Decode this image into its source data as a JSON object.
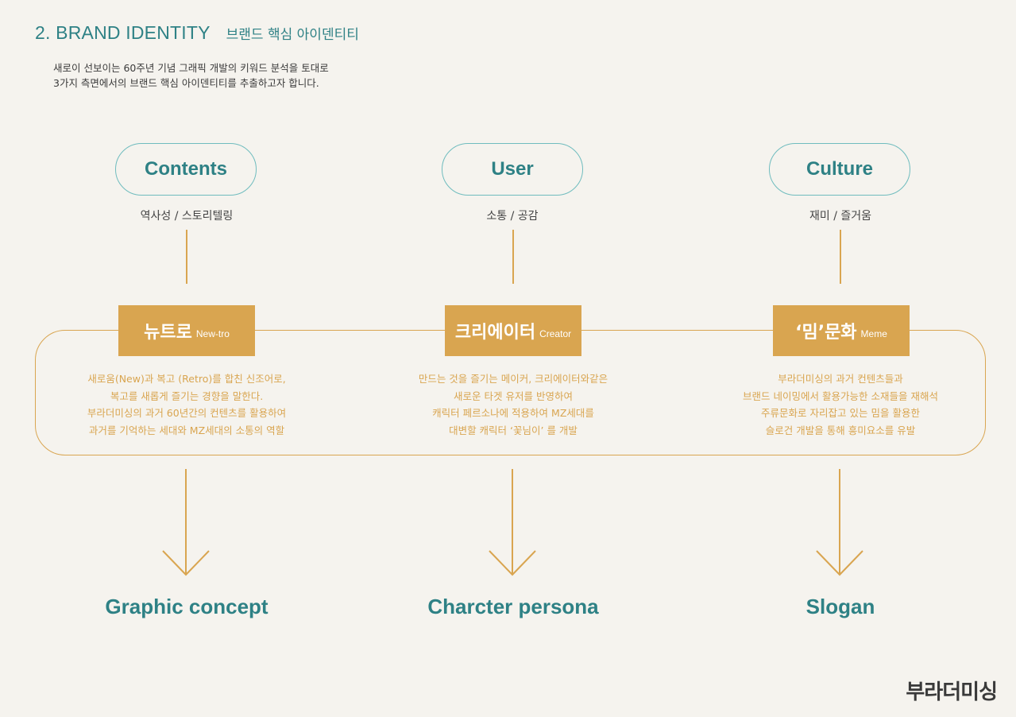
{
  "header": {
    "title_en": "2. BRAND IDENTITY",
    "title_ko": "브랜드 핵심 아이덴티티",
    "intro_lines": [
      "새로이 선보이는 60주년 기념 그래픽 개발의 키워드 분석을 토대로",
      "3가지 측면에서의 브랜드 핵심 아이덴티티를 추출하고자 합니다."
    ]
  },
  "columns": [
    {
      "pill": "Contents",
      "subtitle": "역사성 / 스토리텔링",
      "label_ko": "뉴트로",
      "label_en": "New-tro",
      "desc": [
        "새로움(New)과 복고 (Retro)를 합친 신조어로,",
        "복고를 새롭게 즐기는 경향을 말한다.",
        "부라더미싱의 과거 60년간의 컨텐츠를 활용하여",
        "과거를 기억하는 세대와 MZ세대의 소통의 역할"
      ],
      "result": "Graphic concept"
    },
    {
      "pill": "User",
      "subtitle": "소통 / 공감",
      "label_ko": "크리에이터",
      "label_en": "Creator",
      "desc": [
        "만드는 것을 즐기는 메이커, 크리에이터와같은",
        "새로운 타겟 유저를 반영하여",
        "캐릭터 페르소나에 적용하여 MZ세대를",
        "대변할 캐릭터 ‘꽃님이’ 를 개발"
      ],
      "result": "Charcter persona"
    },
    {
      "pill": "Culture",
      "subtitle": "재미 / 즐거움",
      "label_ko": "‘밈’문화",
      "label_en": "Meme",
      "desc": [
        "부라더미싱의 과거 컨텐츠들과",
        "브랜드 네이밍에서 활용가능한 소재들을 재해석",
        "주류문화로 자리잡고 있는 밈을 활용한",
        "슬로건 개발을 통해 흥미요소를 유발"
      ],
      "result": "Slogan"
    }
  ],
  "brand_logo": "부라더미싱",
  "colors": {
    "teal": "#2e8185",
    "teal_light": "#6fbcbe",
    "gold": "#d9a550",
    "background": "#f5f3ee"
  }
}
